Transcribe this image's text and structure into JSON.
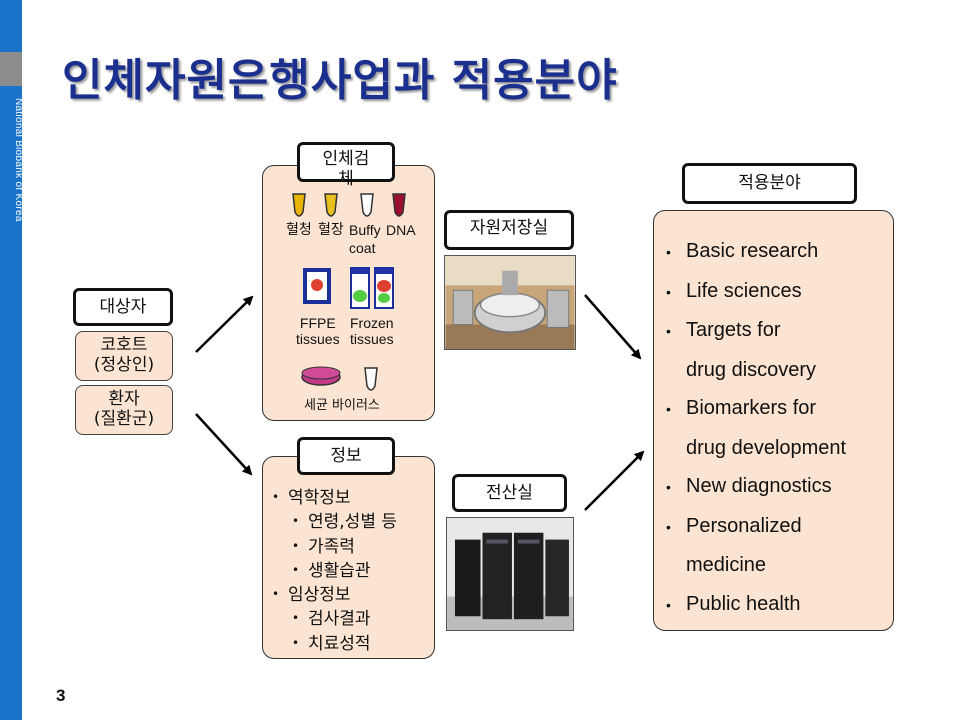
{
  "sidebar": {
    "text": "National Biobank of Korea"
  },
  "title": "인체자원은행사업과 적용분야",
  "page_number": "3",
  "subjects": {
    "label": "대상자",
    "cohort_line1": "코호트",
    "cohort_line2": "(정상인)",
    "patients_line1": "환자",
    "patients_line2": "(질환군)"
  },
  "specimens": {
    "label": "인체검체",
    "serum": "혈청",
    "plasma": "혈장",
    "buffy_line1": "Buffy",
    "buffy_line2": "coat",
    "dna": "DNA",
    "ffpe_line1": "FFPE",
    "ffpe_line2": "tissues",
    "frozen_line1": "Frozen",
    "frozen_line2": "tissues",
    "microbes": "세균 바이러스"
  },
  "info": {
    "label": "정보",
    "items": {
      "epi": "역학정보",
      "age_sex": "연령,성별 등",
      "family": "가족력",
      "lifestyle": "생활습관",
      "clinical": "임상정보",
      "tests": "검사결과",
      "treatment": "치료성적"
    }
  },
  "storage": {
    "label": "자원저장실"
  },
  "computing": {
    "label": "전산실"
  },
  "applications": {
    "label": "적용분야",
    "items": {
      "basic": "Basic research",
      "life": "Life sciences",
      "targets1": "Targets for",
      "targets2": "drug discovery",
      "bio1": "Biomarkers for",
      "bio2": "drug development",
      "diag": "New diagnostics",
      "pers1": "Personalized",
      "pers2": "medicine",
      "public": "Public health"
    }
  },
  "colors": {
    "title": "#1b2f8f",
    "sidebar": "#1a73c9",
    "box_fill": "#fce4d2"
  }
}
